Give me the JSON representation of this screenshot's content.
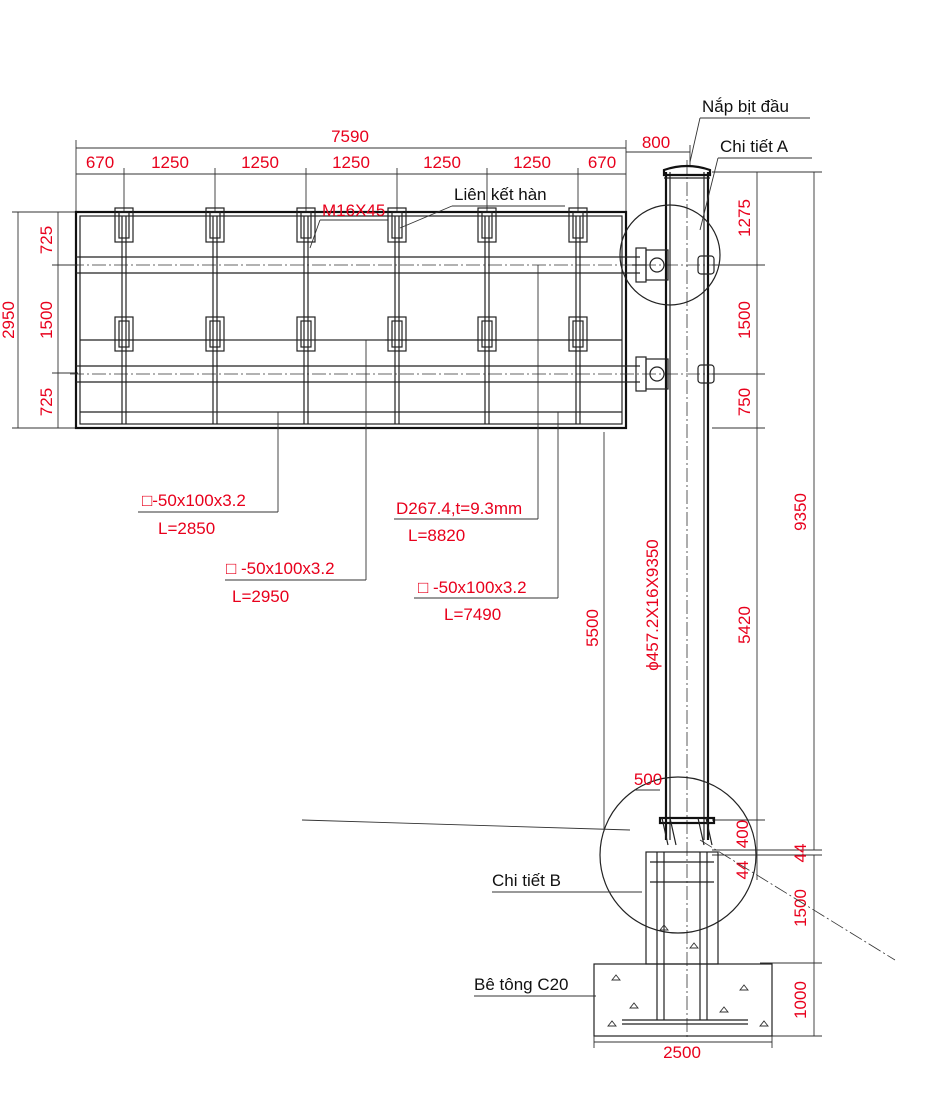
{
  "colors": {
    "dimension_text": "#e8001c",
    "label_text": "#111111",
    "line": "#222222"
  },
  "callouts": {
    "end_cap": "Nắp bịt đầu",
    "detail_a": "Chi tiết A",
    "weld": "Liên kết hàn",
    "bolt": "M16X45",
    "detail_b": "Chi tiết B",
    "concrete": "Bê tông C20"
  },
  "top_dims": {
    "overall": "7590",
    "segments": [
      "670",
      "1250",
      "1250",
      "1250",
      "1250",
      "1250",
      "670"
    ],
    "offset": "800"
  },
  "left_dims": {
    "overall": "2950",
    "segments": [
      "725",
      "1500",
      "725"
    ]
  },
  "right_dims": {
    "upper": [
      "1275",
      "1500",
      "750"
    ],
    "pole_total": "9350",
    "mid": "5420",
    "base_plate": "400",
    "gap_a": "44",
    "gap_b": "44",
    "embed": "1500",
    "foundation": "1000"
  },
  "clearance": "5500",
  "pole_spec": "ϕ457.2X16X9350",
  "base_width": "500",
  "foundation_width": "2500",
  "members": [
    {
      "section": "□-50x100x3.2",
      "length": "L=2850"
    },
    {
      "section": "□ -50x100x3.2",
      "length": "L=2950"
    },
    {
      "section": "D267.4,t=9.3mm",
      "length": "L=8820"
    },
    {
      "section": "□ -50x100x3.2",
      "length": "L=7490"
    }
  ]
}
